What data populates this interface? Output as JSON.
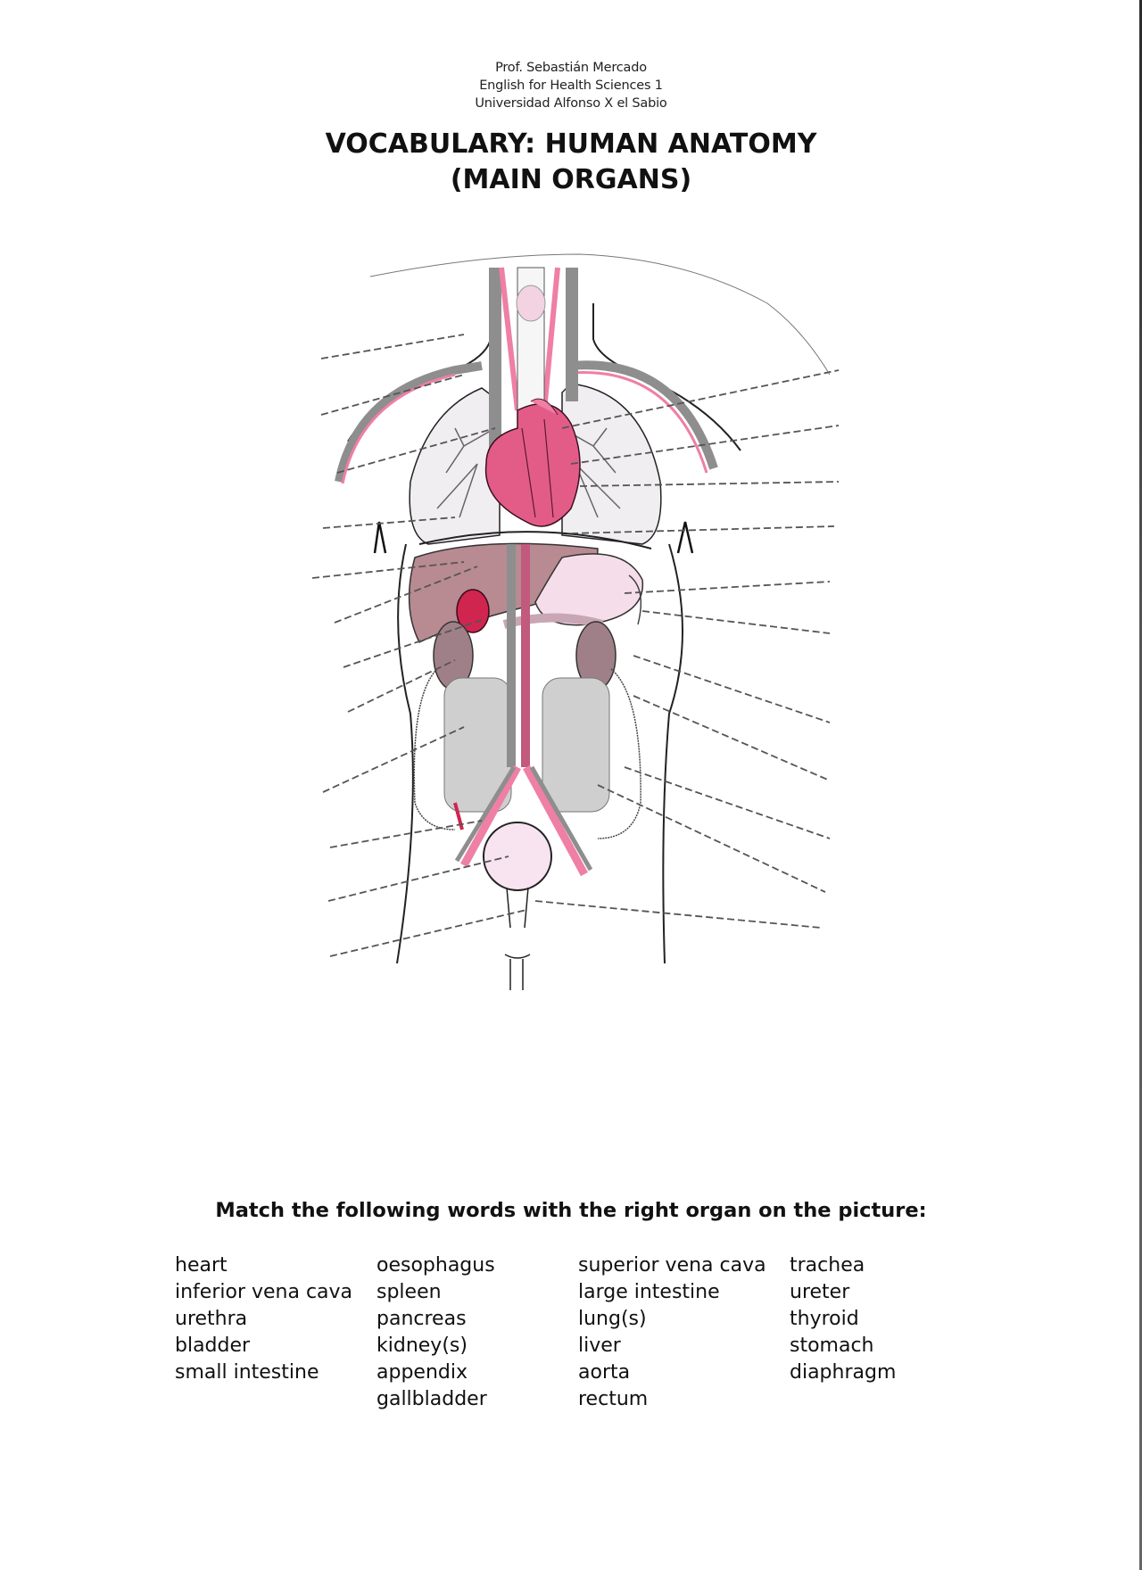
{
  "header": {
    "professor": "Prof. Sebastián Mercado",
    "course": "English for Health Sciences 1",
    "university": "Universidad Alfonso X el Sabio"
  },
  "title": {
    "line1": "VOCABULARY: HUMAN ANATOMY",
    "line2": "(MAIN ORGANS)"
  },
  "figure": {
    "description": "Anterior torso diagram of main internal organs with blank dashed label lines",
    "left_label_lines": 11,
    "right_label_lines": 11,
    "colors": {
      "heart": "#e35c88",
      "artery": "#ef7fa4",
      "vein": "#8e8e8e",
      "liver": "#b88a92",
      "gallbladder": "#d0254f",
      "lungs": "#f1eef2",
      "stomach": "#f5dde9",
      "intestine": "#cfcfcf",
      "bladder": "#f8e4f0",
      "outline": "#1a1a1a"
    }
  },
  "instruction": "Match the following words with the right organ on the picture:",
  "word_bank": {
    "columns": [
      [
        "heart",
        "inferior vena cava",
        "urethra",
        "bladder",
        "small intestine"
      ],
      [
        "oesophagus",
        "spleen",
        "pancreas",
        "kidney(s)",
        "appendix",
        "gallbladder"
      ],
      [
        "superior vena cava",
        "large intestine",
        "lung(s)",
        "liver",
        "aorta",
        "rectum"
      ],
      [
        "trachea",
        "ureter",
        "thyroid",
        "stomach",
        "diaphragm"
      ]
    ]
  }
}
